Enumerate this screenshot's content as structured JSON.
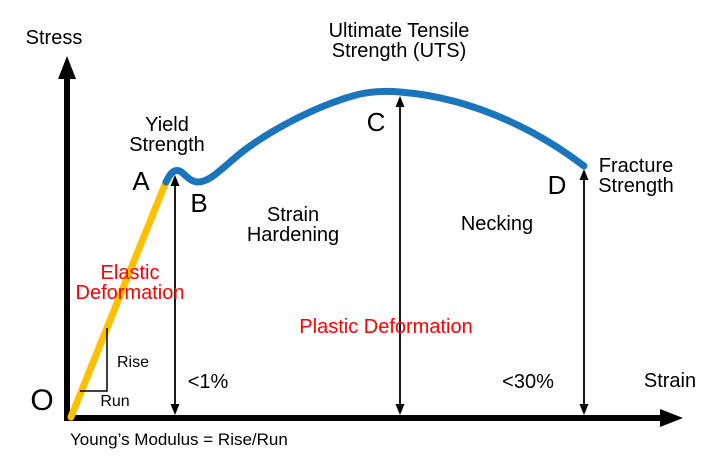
{
  "title": "Stress-strain curve diagram",
  "axes": {
    "y_label": "Stress",
    "x_label": "Strain",
    "origin": "O"
  },
  "points": {
    "a": "A",
    "b": "B",
    "c": "C",
    "d": "D"
  },
  "labels": {
    "yield": [
      "Yield",
      "Strength"
    ],
    "uts": [
      "Ultimate Tensile",
      "Strength (UTS)"
    ],
    "fracture": [
      "Fracture",
      "Strength"
    ],
    "strain_hardening": [
      "Strain",
      "Hardening"
    ],
    "necking": "Necking",
    "elastic": [
      "Elastic",
      "Deformation"
    ],
    "plastic": "Plastic Deformation",
    "elastic_strain_limit": "<1%",
    "necking_strain_limit": "<30%",
    "rise": "Rise",
    "run": "Run",
    "youngs_modulus": "Young’s Modulus = Rise/Run"
  },
  "colors": {
    "curve": "#1B75BC",
    "elastic_line": "#FFC000",
    "annotation_red": "#FF0000",
    "axis": "#000000"
  }
}
